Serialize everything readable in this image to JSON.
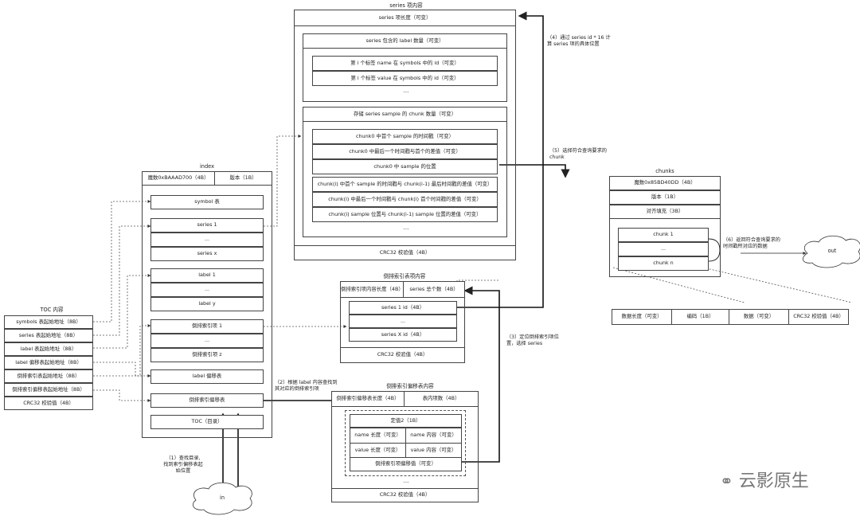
{
  "series_section": {
    "title": "series 项内容",
    "len": "series 项长度（可变）",
    "label_count": "series 包含的 label 数量（可变）",
    "label_name_id": "第 i 个标签 name 在 symbols 中的 id（可变）",
    "label_value_id": "第 i 个标签 value 在 symbols 中的 id（可变）",
    "chunk_count": "存储 series sample 的 chunk 数量（可变）",
    "chunk0_first_ts": "chunk0 中首个 sample 的时间戳（可变）",
    "chunk0_last_diff": "chunk0 中最后一个时间戳与首个的差值（可变）",
    "chunk0_pos": "chunk0 中 sample 的位置",
    "chunki_first_diff": "chunk(i) 中首个 sample 的时间戳与 chunk(i-1) 最后时间戳的差值（可变）",
    "chunki_last_diff": "chunk(i) 中最后一个时间戳与 chunk(i) 首个时间戳的差值（可变）",
    "chunki_pos_diff": "chunk(i) sample 位置与 chunk(i-1) sample 位置的差值（可变）",
    "crc": "CRC32 校验值（4B）",
    "ellipsis": "..."
  },
  "index": {
    "title": "index",
    "magic": "魔数0xBAAAD700（4B）",
    "version": "版本（1B）",
    "symbol": "symbol 表",
    "series1": "series 1",
    "seriesx": "series x",
    "label1": "label 1",
    "labely": "label y",
    "post1": "倒排索引项 1",
    "postz": "倒排索引项 z",
    "label_offset": "label 偏移表",
    "post_offset": "倒排索引偏移表",
    "toc": "TOC（目录）",
    "ellipsis": "..."
  },
  "toc": {
    "title": "TOC 内容",
    "items": [
      "symbols 表起始地址（8B）",
      "series 表起始地址（8B）",
      "label 表起始地址（8B）",
      "label 偏移表起始地址（8B）",
      "倒排索引表起始地址（8B）",
      "倒排索引偏移表起始地址（8B）",
      "CRC32 校验值（4B）"
    ]
  },
  "chunks": {
    "title": "chunks",
    "magic": "魔数0x85BD40DD（4B）",
    "version": "版本（1B）",
    "padding": "对齐填充（3B）",
    "chunk1": "chunk 1",
    "chunkn": "chunk n",
    "ellipsis": "...",
    "fields": [
      "数据长度（可变）",
      "编码（1B）",
      "数据（可变）",
      "CRC32 校验值（4B）"
    ]
  },
  "postings": {
    "title": "倒排索引表项内容",
    "item_len": "倒排索引项内容长度（4B）",
    "series_count": "series 总个数（4B）",
    "series1_id": "series 1 id（4B）",
    "seriesX_id": "series X id（4B）",
    "crc": "CRC32 校验值（4B）",
    "ellipsis": "..."
  },
  "postoff": {
    "title": "倒排索引偏移表内容",
    "len": "倒排索引偏移表长度（4B）",
    "count": "表内项数（4B）",
    "fixed": "定值2（1B）",
    "name_len": "name 长度（可变）",
    "name_content": "name 内容（可变）",
    "value_len": "value 长度（可变）",
    "value_content": "value 内容（可变）",
    "offset": "倒排索引项偏移值（可变）",
    "crc": "CRC32 校验值（4B）",
    "ellipsis": "..."
  },
  "notes": {
    "n1": "（1）查找目录,\n找到索引偏移表起\n始位置",
    "n2": "（2）根据 label 内容查找到\n其对应的倒排索引项",
    "n3": "（3）定位倒排索引项位\n置，选择 series",
    "n4": "（4）通过 series id * 16 计\n算 series 项的具体位置",
    "n5": "（5）选择符合查询要求的\nchunk",
    "n6": "（6）返回符合查询要求的\n时间戳所对应的数据"
  },
  "clouds": {
    "in": "in",
    "out": "out"
  },
  "watermark": "云影原生"
}
